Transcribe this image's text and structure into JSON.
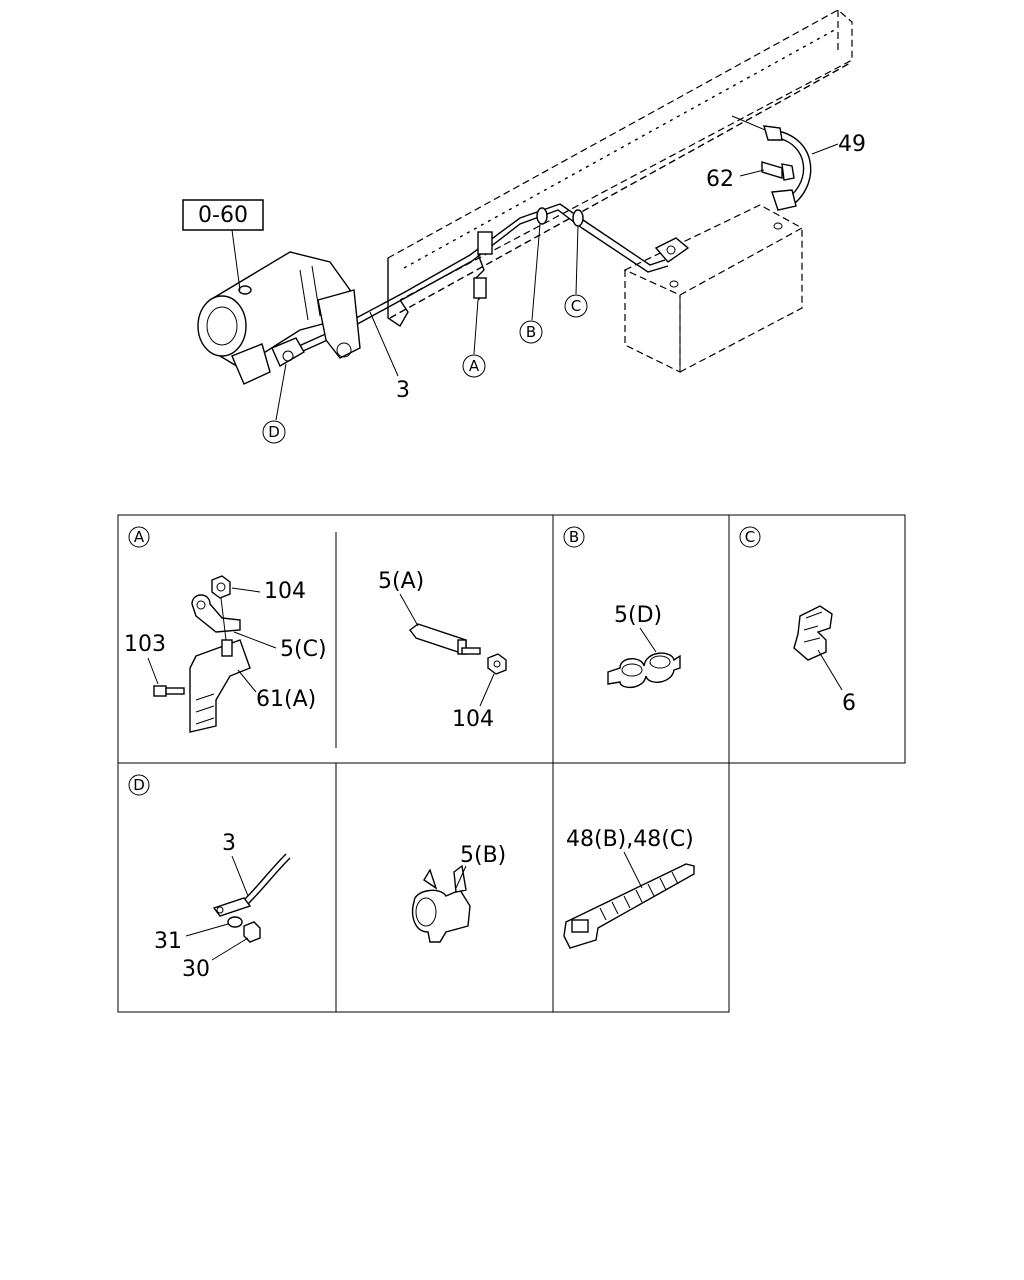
{
  "main_diagram": {
    "ref_box": "0-60",
    "labels": {
      "cable": "3",
      "ground_cable": "49",
      "bolt": "62"
    },
    "callouts": {
      "a": "A",
      "b": "B",
      "c": "C",
      "d": "D"
    }
  },
  "details": {
    "panel_a": {
      "tag": "A",
      "left": {
        "nut": "104",
        "bolt": "103",
        "clip": "5(C)",
        "bracket": "61(A)"
      },
      "right": {
        "clip": "5(A)",
        "nut": "104"
      }
    },
    "panel_b": {
      "tag": "B",
      "clip": "5(D)"
    },
    "panel_c": {
      "tag": "C",
      "grommet": "6"
    },
    "panel_d": {
      "tag": "D",
      "cable": "3",
      "washer": "31",
      "nut": "30"
    },
    "panel_e": {
      "clip": "5(B)"
    },
    "panel_f": {
      "ties": "48(B),48(C)"
    }
  }
}
